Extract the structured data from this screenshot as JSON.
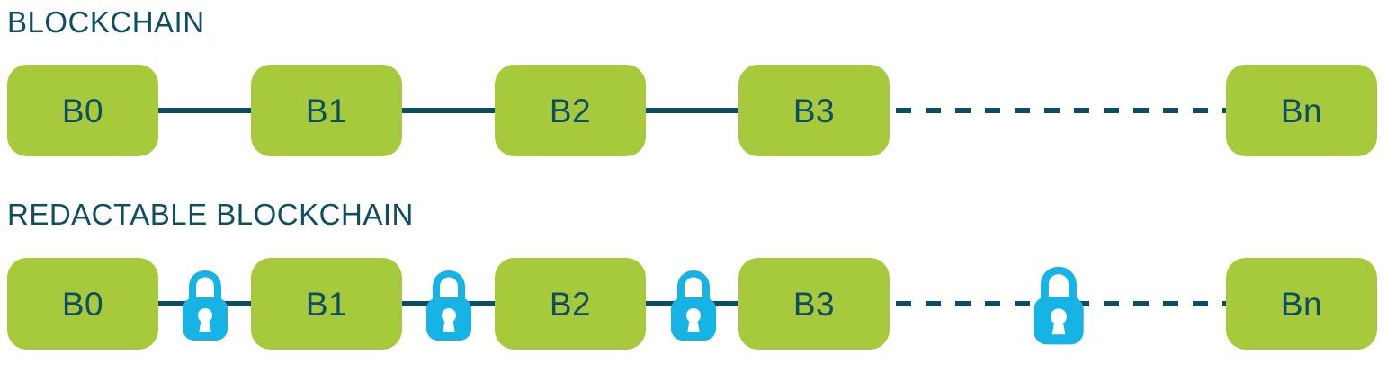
{
  "colors": {
    "block_green": "#A7C93C",
    "text_teal": "#0E4E63",
    "connector_teal": "#0E4E63",
    "lock_cyan": "#16B4E4",
    "keyhole_white": "#FFFFFF",
    "background": "#FFFFFF"
  },
  "sections": [
    {
      "id": "blockchain",
      "title": "BLOCKCHAIN",
      "blocks": [
        {
          "label": "B0"
        },
        {
          "label": "B1"
        },
        {
          "label": "B2"
        },
        {
          "label": "B3"
        },
        {
          "label": "Bn"
        }
      ],
      "connectors": [
        {
          "style": "solid"
        },
        {
          "style": "solid"
        },
        {
          "style": "solid"
        },
        {
          "style": "dashed"
        }
      ],
      "locks": []
    },
    {
      "id": "redactable-blockchain",
      "title": "REDACTABLE BLOCKCHAIN",
      "blocks": [
        {
          "label": "B0"
        },
        {
          "label": "B1"
        },
        {
          "label": "B2"
        },
        {
          "label": "B3"
        },
        {
          "label": "Bn"
        }
      ],
      "connectors": [
        {
          "style": "solid"
        },
        {
          "style": "solid"
        },
        {
          "style": "solid"
        },
        {
          "style": "dashed"
        }
      ],
      "locks": [
        {
          "name": "lock-icon-b0-b1",
          "size": "small"
        },
        {
          "name": "lock-icon-b1-b2",
          "size": "small"
        },
        {
          "name": "lock-icon-b2-b3",
          "size": "small"
        },
        {
          "name": "lock-icon-b3-bn",
          "size": "large"
        }
      ]
    }
  ],
  "icons": {
    "lock": "lock-icon"
  }
}
